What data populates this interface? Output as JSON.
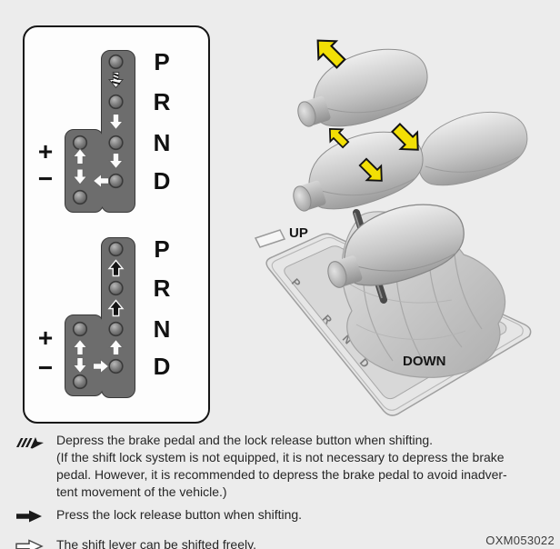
{
  "page": {
    "code": "OXM053022"
  },
  "diagram": {
    "gears": [
      "P",
      "R",
      "N",
      "D"
    ],
    "plus": "+",
    "minus": "−"
  },
  "illustration": {
    "up_label": "UP",
    "down_label": "DOWN",
    "plate_gears": [
      "P",
      "R",
      "N",
      "D"
    ]
  },
  "legend": {
    "items": [
      {
        "icon": "hatched-arrow",
        "lines": [
          "Depress the brake pedal and the lock release button when shifting.",
          "(If the shift lock system is not equipped, it is not necessary to depress the brake",
          "pedal. However, it is recommended to depress the brake pedal to avoid inadver-",
          "tent movement of the vehicle.)"
        ]
      },
      {
        "icon": "solid-arrow",
        "lines": [
          "Press the lock release button when shifting."
        ]
      },
      {
        "icon": "outline-arrow",
        "lines": [
          "The shift lever can be shifted freely."
        ]
      }
    ]
  },
  "colors": {
    "background": "#ececec",
    "gate_gray": "#6d6d6d",
    "accent_yellow": "#f2df05"
  }
}
